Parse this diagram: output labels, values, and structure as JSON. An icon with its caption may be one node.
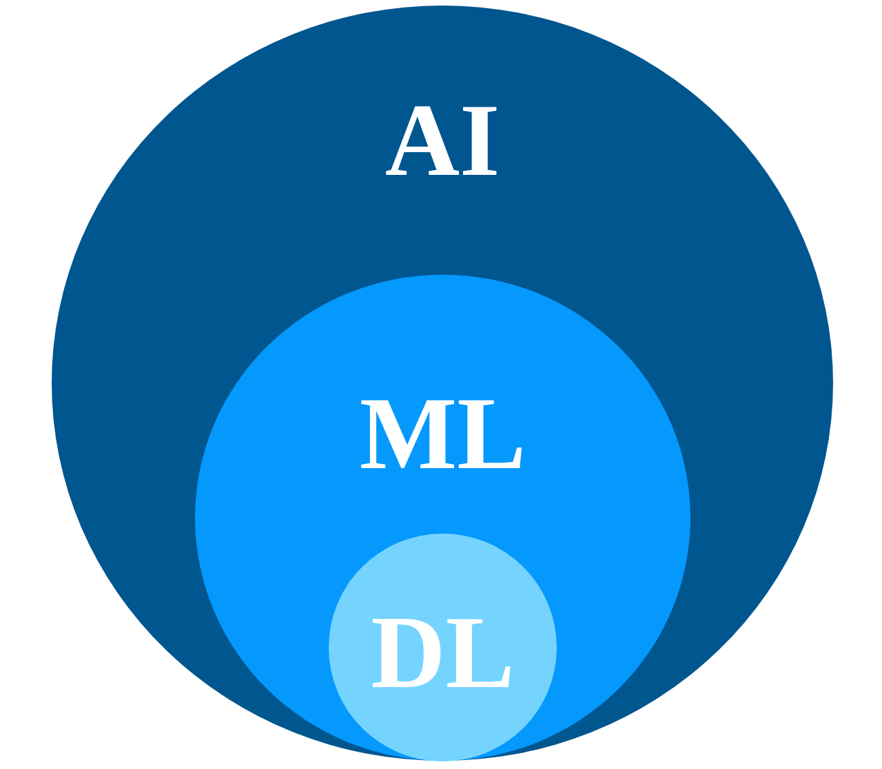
{
  "diagram": {
    "nodes": [
      {
        "text": [
          "AI"
        ]
      },
      {
        "text": [
          "ML"
        ],
        "in": 0
      },
      {
        "text": [
          "DL"
        ],
        "in": 1
      }
    ]
  }
}
